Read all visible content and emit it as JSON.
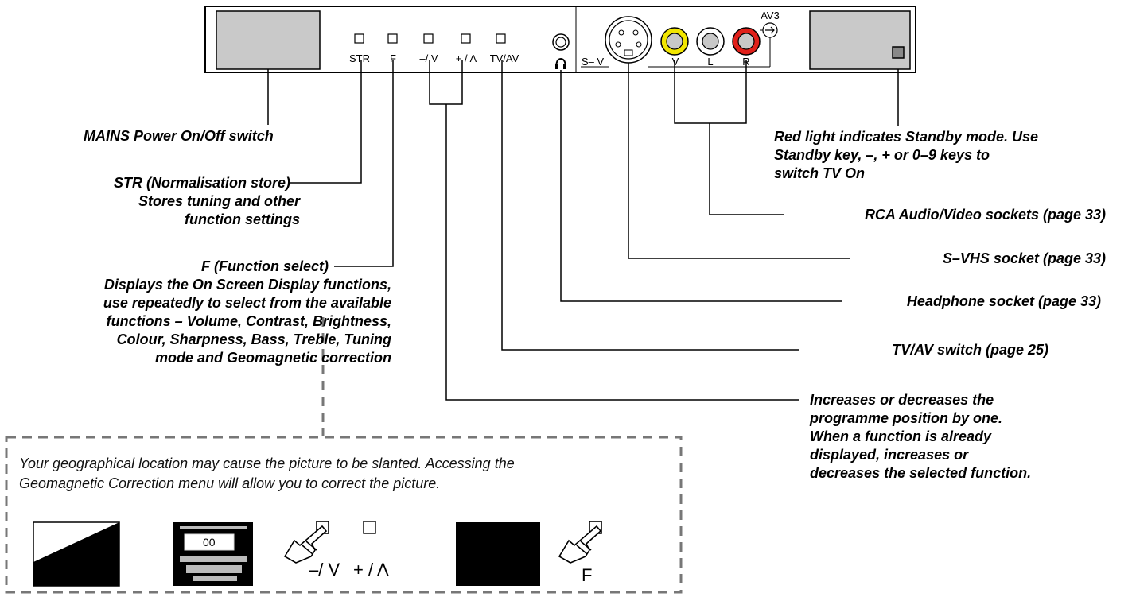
{
  "panel": {
    "buttons": [
      "STR",
      "F",
      "–/ V",
      "+ / Λ",
      "TV/AV"
    ],
    "socket_labels": {
      "svhs": "S– V",
      "video": "V",
      "left": "L",
      "right": "R",
      "av3": "AV3"
    },
    "colors": {
      "video_socket": "#f2e600",
      "left_socket": "#c8c8c8",
      "right_socket": "#e0201a",
      "panel_grey": "#c9c9c9"
    }
  },
  "callouts": {
    "mains": "MAINS Power On/Off switch",
    "str": [
      "STR (Normalisation store)",
      "Stores tuning and other",
      "function settings"
    ],
    "f": [
      "F (Function select)",
      "Displays the On Screen Display functions,",
      "use repeatedly to select from the available",
      "functions – Volume, Contrast, Brightness,",
      "Colour, Sharpness, Bass, Treble, Tuning",
      "mode and Geomagnetic correction"
    ],
    "standby": [
      "Red light indicates Standby mode. Use",
      "Standby key, –, + or 0–9 keys to",
      "switch TV On"
    ],
    "rca": "RCA Audio/Video sockets (page 33)",
    "svhs": "S–VHS socket (page 33)",
    "headphone": "Headphone socket (page 33)",
    "tvav": "TV/AV switch (page 25)",
    "prog": [
      "Increases or decreases the",
      "programme position by one.",
      "When a function is already",
      "displayed, increases or",
      "decreases the selected function."
    ]
  },
  "note": {
    "lines": [
      "Your geographical location may cause the picture to be slanted. Accessing the",
      "Geomagnetic Correction menu will allow you to correct the picture."
    ],
    "osd_value": "00",
    "key_minus": "–/ V",
    "key_plus": "+ / Λ",
    "key_f": "F"
  }
}
